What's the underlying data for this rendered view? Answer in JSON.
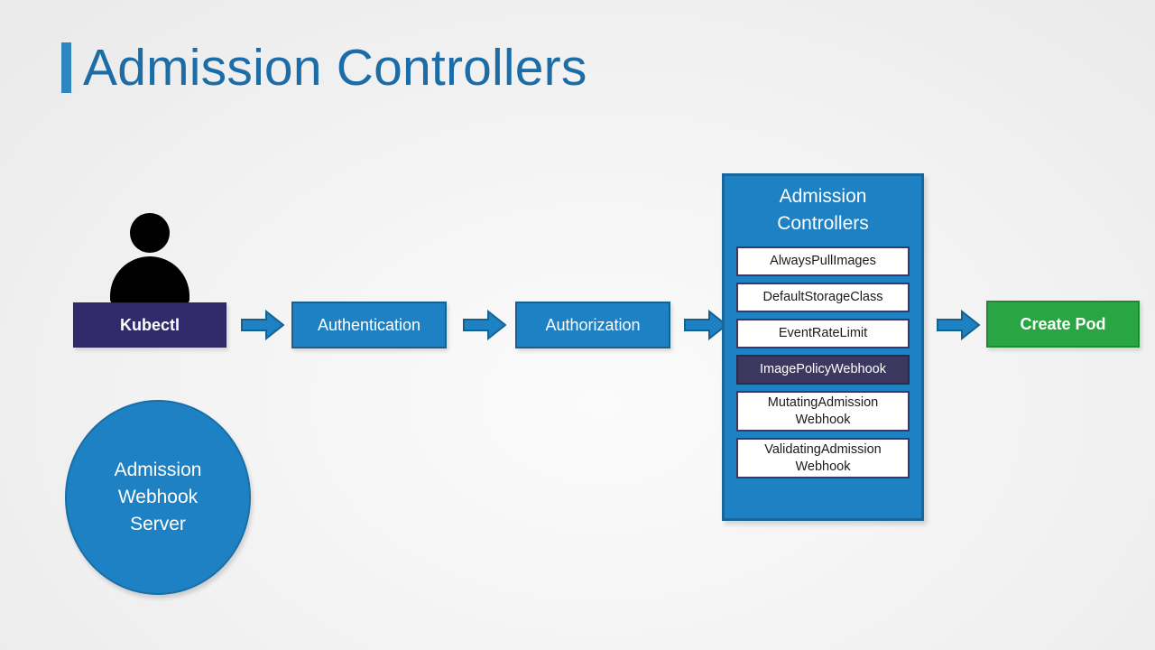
{
  "slide": {
    "title": "Admission Controllers",
    "accent_color": "#2e86c1",
    "title_color": "#1c6ca8",
    "background_color": "#f2f2f2"
  },
  "actor": {
    "icon": "person-icon",
    "label": "Kubectl",
    "color": "#312a6b"
  },
  "webhook_server": {
    "label": "Admission\nWebhook\nServer",
    "line1": "Admission",
    "line2": "Webhook",
    "line3": "Server",
    "color": "#1e81c4"
  },
  "flow": {
    "steps": [
      {
        "id": "authentication",
        "label": "Authentication",
        "color": "#1e81c4"
      },
      {
        "id": "authorization",
        "label": "Authorization",
        "color": "#1e81c4"
      }
    ],
    "result": {
      "id": "create-pod",
      "label": "Create Pod",
      "color": "#2aa544"
    },
    "arrow_color": "#1e81c4",
    "arrow_border_color": "#15628f",
    "arrow_count": 4
  },
  "admission_controllers": {
    "title_line1": "Admission",
    "title_line2": "Controllers",
    "panel_color": "#1e81c4",
    "panel_border_color": "#17679d",
    "highlight_color": "#3d3860",
    "items": [
      {
        "label": "AlwaysPullImages",
        "lines": 1,
        "highlighted": false
      },
      {
        "label": "DefaultStorageClass",
        "lines": 1,
        "highlighted": false
      },
      {
        "label": "EventRateLimit",
        "lines": 1,
        "highlighted": false
      },
      {
        "label": "ImagePolicyWebhook",
        "lines": 1,
        "highlighted": true
      },
      {
        "label": "MutatingAdmission Webhook",
        "line1": "MutatingAdmission",
        "line2": "Webhook",
        "lines": 2,
        "highlighted": false
      },
      {
        "label": "ValidatingAdmission Webhook",
        "line1": "ValidatingAdmission",
        "line2": "Webhook",
        "lines": 2,
        "highlighted": false
      }
    ]
  }
}
